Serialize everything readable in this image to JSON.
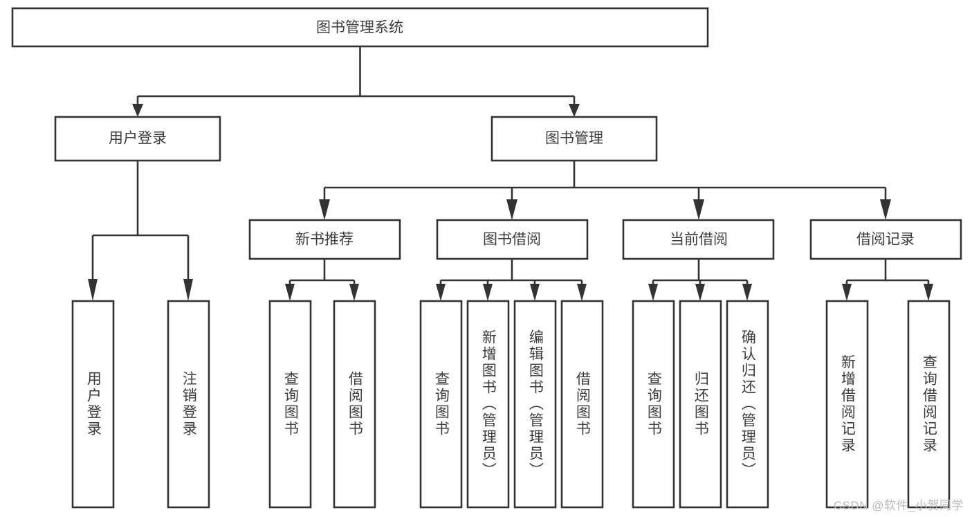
{
  "diagram": {
    "title": "图书管理系统",
    "type": "tree-hierarchy",
    "watermark": "CSDN @软件_小贺同学",
    "colors": {
      "box_stroke": "#333333",
      "box_fill": "#ffffff",
      "text": "#3c3c3c",
      "background": "#ffffff",
      "watermark": "#b9b9b9"
    },
    "levels": {
      "root": {
        "label": "图书管理系统"
      },
      "level2": [
        {
          "id": "user-login",
          "label": "用户登录"
        },
        {
          "id": "book-management",
          "label": "图书管理"
        }
      ],
      "level3": [
        {
          "id": "new-book-recommend",
          "label": "新书推荐",
          "parent": "book-management"
        },
        {
          "id": "book-borrow",
          "label": "图书借阅",
          "parent": "book-management"
        },
        {
          "id": "current-borrow",
          "label": "当前借阅",
          "parent": "book-management"
        },
        {
          "id": "borrow-record",
          "label": "借阅记录",
          "parent": "book-management"
        }
      ],
      "leaves": [
        {
          "id": "leaf-user-login",
          "label": "用户登录",
          "parent": "user-login"
        },
        {
          "id": "leaf-logout-login",
          "label": "注销登录",
          "parent": "user-login"
        },
        {
          "id": "leaf-query-book-1",
          "label": "查询图书",
          "parent": "new-book-recommend"
        },
        {
          "id": "leaf-borrow-book-1",
          "label": "借阅图书",
          "parent": "new-book-recommend"
        },
        {
          "id": "leaf-query-book-2",
          "label": "查询图书",
          "parent": "book-borrow"
        },
        {
          "id": "leaf-add-book",
          "label": "新增图书（管理员）",
          "parent": "book-borrow"
        },
        {
          "id": "leaf-edit-book",
          "label": "编辑图书（管理员）",
          "parent": "book-borrow"
        },
        {
          "id": "leaf-borrow-book-2",
          "label": "借阅图书",
          "parent": "book-borrow"
        },
        {
          "id": "leaf-query-book-3",
          "label": "查询图书",
          "parent": "current-borrow"
        },
        {
          "id": "leaf-return-book",
          "label": "归还图书",
          "parent": "current-borrow"
        },
        {
          "id": "leaf-confirm-return",
          "label": "确认归还（管理员）",
          "parent": "current-borrow"
        },
        {
          "id": "leaf-add-record",
          "label": "新增借阅记录",
          "parent": "borrow-record"
        },
        {
          "id": "leaf-query-record",
          "label": "查询借阅记录",
          "parent": "borrow-record"
        }
      ]
    }
  }
}
